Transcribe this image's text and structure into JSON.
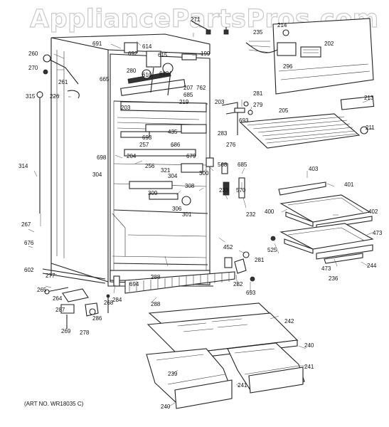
{
  "watermark": "AppliancePartsPros.com",
  "art_number": "(ART NO. WR18035 C)",
  "labels": [
    {
      "id": "271",
      "text": "271"
    },
    {
      "id": "691",
      "text": "691"
    },
    {
      "id": "692",
      "text": "692"
    },
    {
      "id": "614",
      "text": "614"
    },
    {
      "id": "199",
      "text": "199"
    },
    {
      "id": "260",
      "text": "260"
    },
    {
      "id": "270",
      "text": "270"
    },
    {
      "id": "615",
      "text": "615"
    },
    {
      "id": "280",
      "text": "280"
    },
    {
      "id": "610",
      "text": "610"
    },
    {
      "id": "613",
      "text": "613"
    },
    {
      "id": "261",
      "text": "261"
    },
    {
      "id": "665",
      "text": "665"
    },
    {
      "id": "315",
      "text": "315"
    },
    {
      "id": "226",
      "text": "226"
    },
    {
      "id": "207",
      "text": "207"
    },
    {
      "id": "762",
      "text": "762"
    },
    {
      "id": "685a",
      "text": "685"
    },
    {
      "id": "219",
      "text": "219"
    },
    {
      "id": "203a",
      "text": "203"
    },
    {
      "id": "203b",
      "text": "203"
    },
    {
      "id": "235",
      "text": "235"
    },
    {
      "id": "214",
      "text": "214"
    },
    {
      "id": "202",
      "text": "202"
    },
    {
      "id": "296",
      "text": "296"
    },
    {
      "id": "281a",
      "text": "281"
    },
    {
      "id": "279",
      "text": "279"
    },
    {
      "id": "213",
      "text": "213"
    },
    {
      "id": "205",
      "text": "205"
    },
    {
      "id": "211",
      "text": "211"
    },
    {
      "id": "283",
      "text": "283"
    },
    {
      "id": "693a",
      "text": "693"
    },
    {
      "id": "276",
      "text": "276"
    },
    {
      "id": "693b",
      "text": "693"
    },
    {
      "id": "435",
      "text": "435"
    },
    {
      "id": "686",
      "text": "686"
    },
    {
      "id": "257",
      "text": "257"
    },
    {
      "id": "698",
      "text": "698"
    },
    {
      "id": "204",
      "text": "204"
    },
    {
      "id": "679",
      "text": "679"
    },
    {
      "id": "314",
      "text": "314"
    },
    {
      "id": "304a",
      "text": "304"
    },
    {
      "id": "256",
      "text": "256"
    },
    {
      "id": "321",
      "text": "321"
    },
    {
      "id": "304b",
      "text": "304"
    },
    {
      "id": "568",
      "text": "568"
    },
    {
      "id": "685b",
      "text": "685"
    },
    {
      "id": "300",
      "text": "300"
    },
    {
      "id": "309",
      "text": "309"
    },
    {
      "id": "308",
      "text": "308"
    },
    {
      "id": "233",
      "text": "233"
    },
    {
      "id": "570",
      "text": "570"
    },
    {
      "id": "232",
      "text": "232"
    },
    {
      "id": "306",
      "text": "306"
    },
    {
      "id": "301",
      "text": "301"
    },
    {
      "id": "403",
      "text": "403"
    },
    {
      "id": "401",
      "text": "401"
    },
    {
      "id": "400",
      "text": "400"
    },
    {
      "id": "402",
      "text": "402"
    },
    {
      "id": "473a",
      "text": "473"
    },
    {
      "id": "267",
      "text": "267"
    },
    {
      "id": "676",
      "text": "676"
    },
    {
      "id": "452",
      "text": "452"
    },
    {
      "id": "525",
      "text": "525"
    },
    {
      "id": "602",
      "text": "602"
    },
    {
      "id": "277",
      "text": "277"
    },
    {
      "id": "281b",
      "text": "281"
    },
    {
      "id": "473b",
      "text": "473"
    },
    {
      "id": "244",
      "text": "244"
    },
    {
      "id": "288a",
      "text": "288"
    },
    {
      "id": "694",
      "text": "694"
    },
    {
      "id": "282",
      "text": "282"
    },
    {
      "id": "693c",
      "text": "693"
    },
    {
      "id": "236",
      "text": "236"
    },
    {
      "id": "265",
      "text": "265"
    },
    {
      "id": "264",
      "text": "264"
    },
    {
      "id": "284",
      "text": "284"
    },
    {
      "id": "268",
      "text": "268"
    },
    {
      "id": "288b",
      "text": "288"
    },
    {
      "id": "287",
      "text": "287"
    },
    {
      "id": "286",
      "text": "286"
    },
    {
      "id": "269",
      "text": "269"
    },
    {
      "id": "278",
      "text": "278"
    },
    {
      "id": "242",
      "text": "242"
    },
    {
      "id": "240a",
      "text": "240"
    },
    {
      "id": "239",
      "text": "239"
    },
    {
      "id": "241a",
      "text": "241"
    },
    {
      "id": "241b",
      "text": "241"
    },
    {
      "id": "240b",
      "text": "240"
    }
  ]
}
